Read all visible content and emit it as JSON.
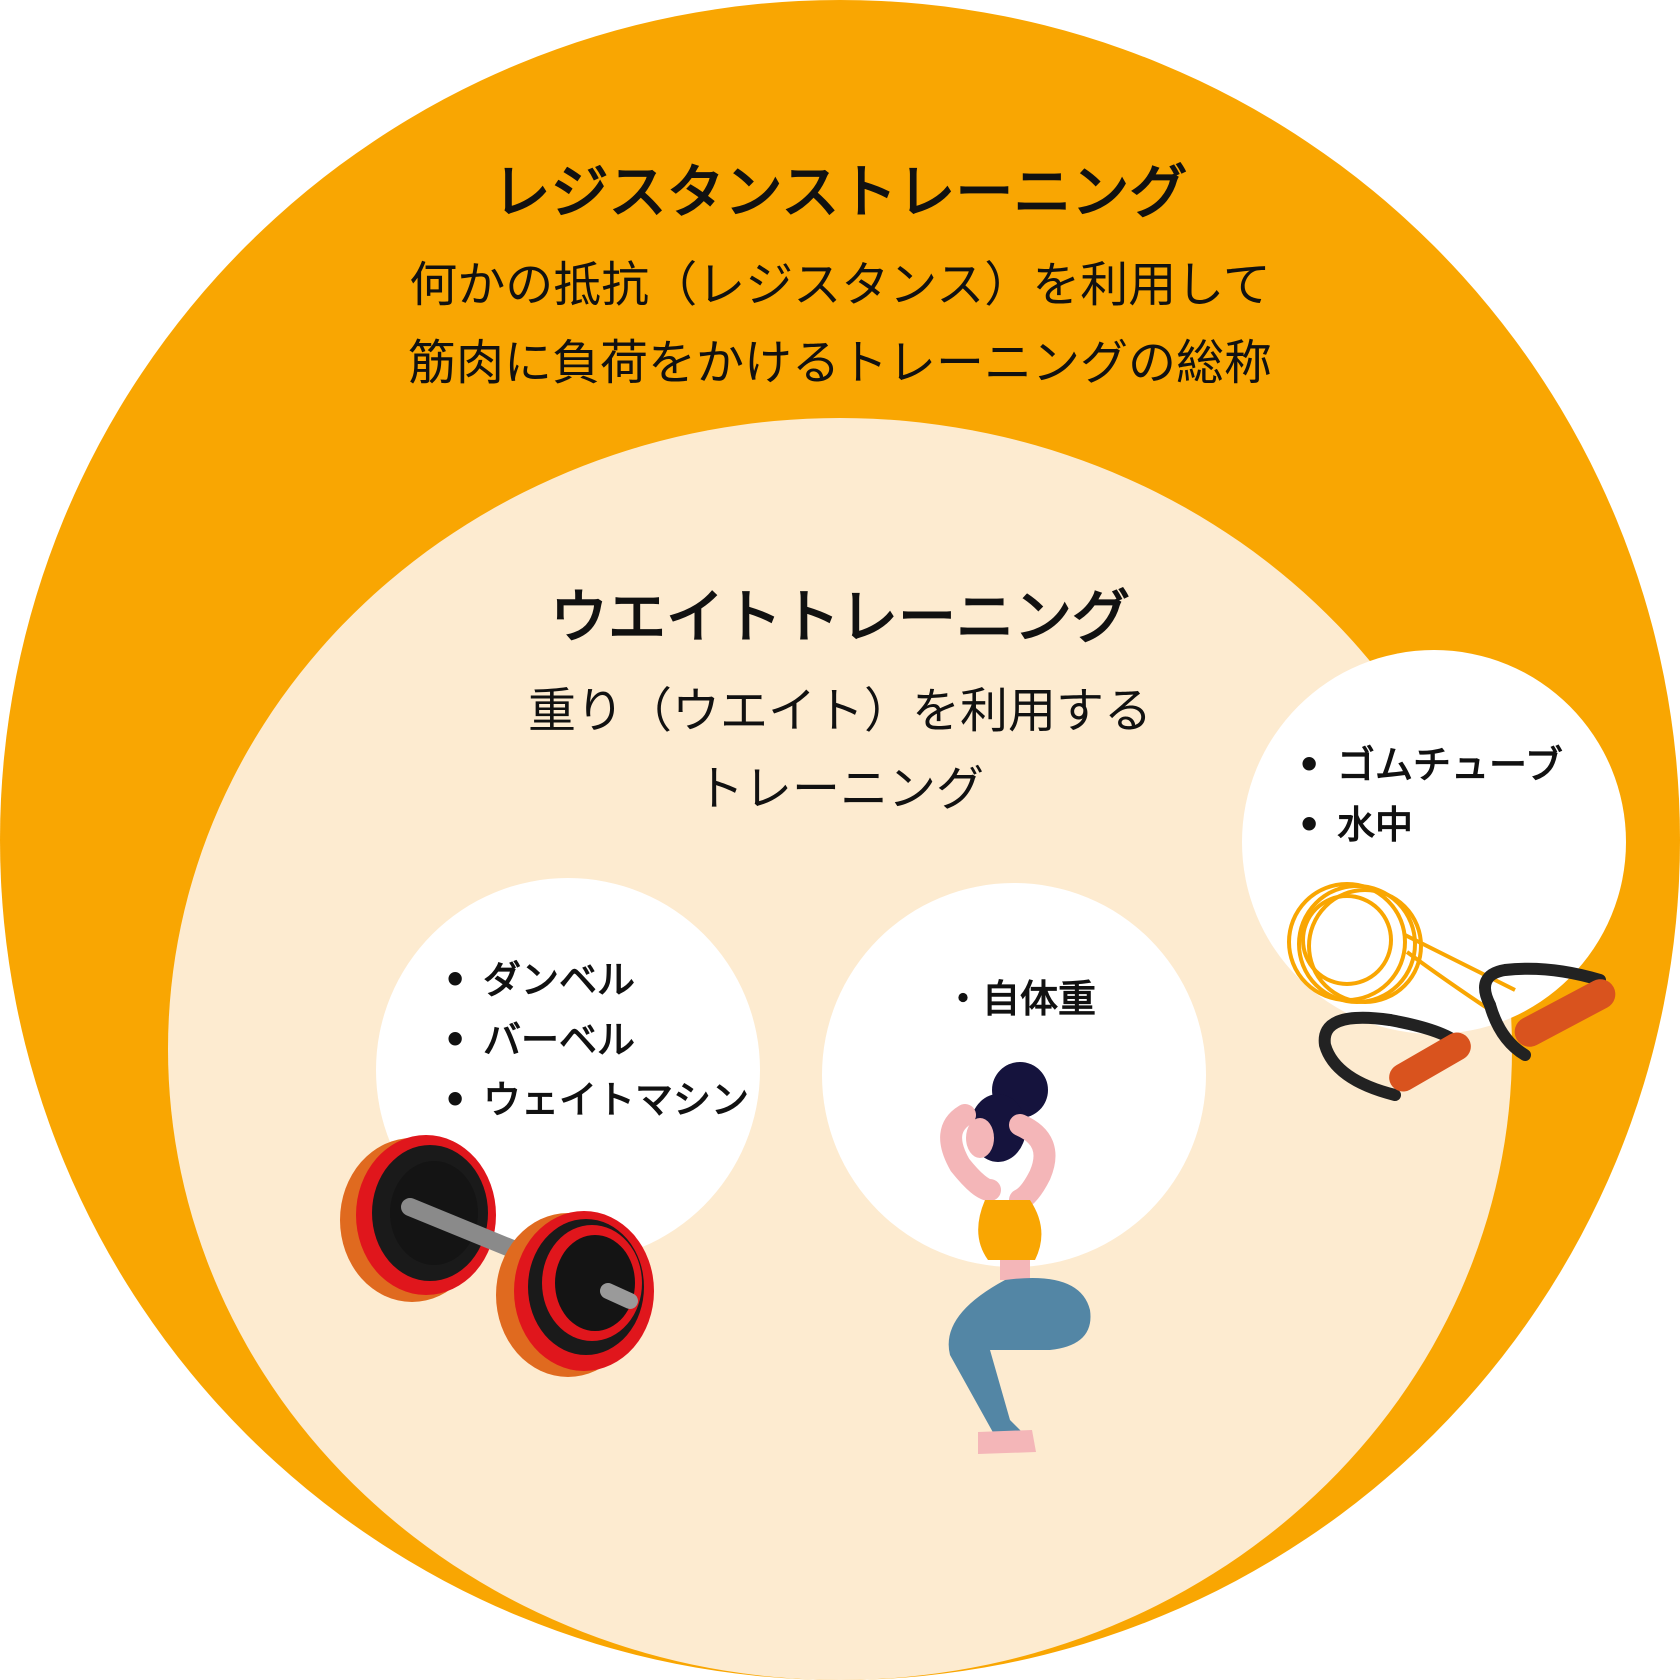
{
  "colors": {
    "outer": "#F9A602",
    "inner": "#FDEBD0",
    "circle": "#FFFFFF"
  },
  "resistance": {
    "title": "レジスタンストレーニング",
    "desc_line1": "何かの抵抗（レジスタンス）を利用して",
    "desc_line2": "筋肉に負荷をかけるトレーニングの総称"
  },
  "weight": {
    "title": "ウエイトトレーニング",
    "desc_line1": "重り（ウエイト）を利用する",
    "desc_line2": "トレーニング"
  },
  "equipment_list": [
    "ダンベル",
    "バーベル",
    "ウェイトマシン"
  ],
  "bodyweight_label": "・自体重",
  "other_list": [
    "ゴムチューブ",
    "水中"
  ],
  "icons": {
    "dumbbell": "dumbbell-icon",
    "person": "squatting-person-icon",
    "band": "resistance-band-icon"
  }
}
